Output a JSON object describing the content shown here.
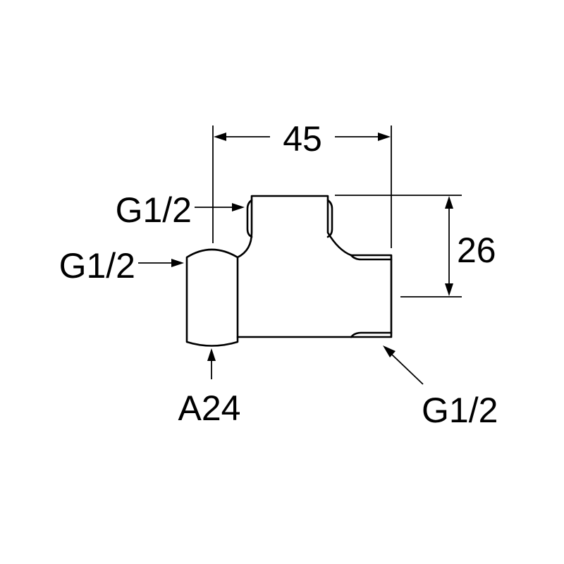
{
  "dimensions": {
    "width_label": "45",
    "height_label": "26"
  },
  "callouts": {
    "top_port": "G1/2",
    "left_port": "G1/2",
    "bottom_left_size": "A24",
    "right_port": "G1/2"
  },
  "colors": {
    "line": "#000000",
    "background": "#ffffff"
  }
}
